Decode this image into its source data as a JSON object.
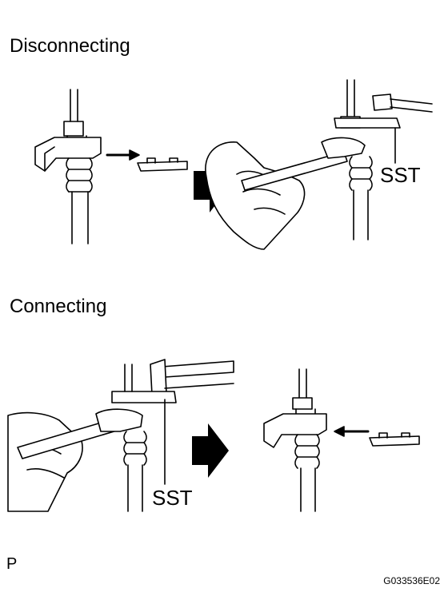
{
  "sections": {
    "disconnecting": {
      "title": "Disconnecting",
      "tool_label": "SST"
    },
    "connecting": {
      "title": "Connecting",
      "tool_label": "SST"
    }
  },
  "footer": {
    "page_letter": "P",
    "figure_code": "G033536E02"
  }
}
